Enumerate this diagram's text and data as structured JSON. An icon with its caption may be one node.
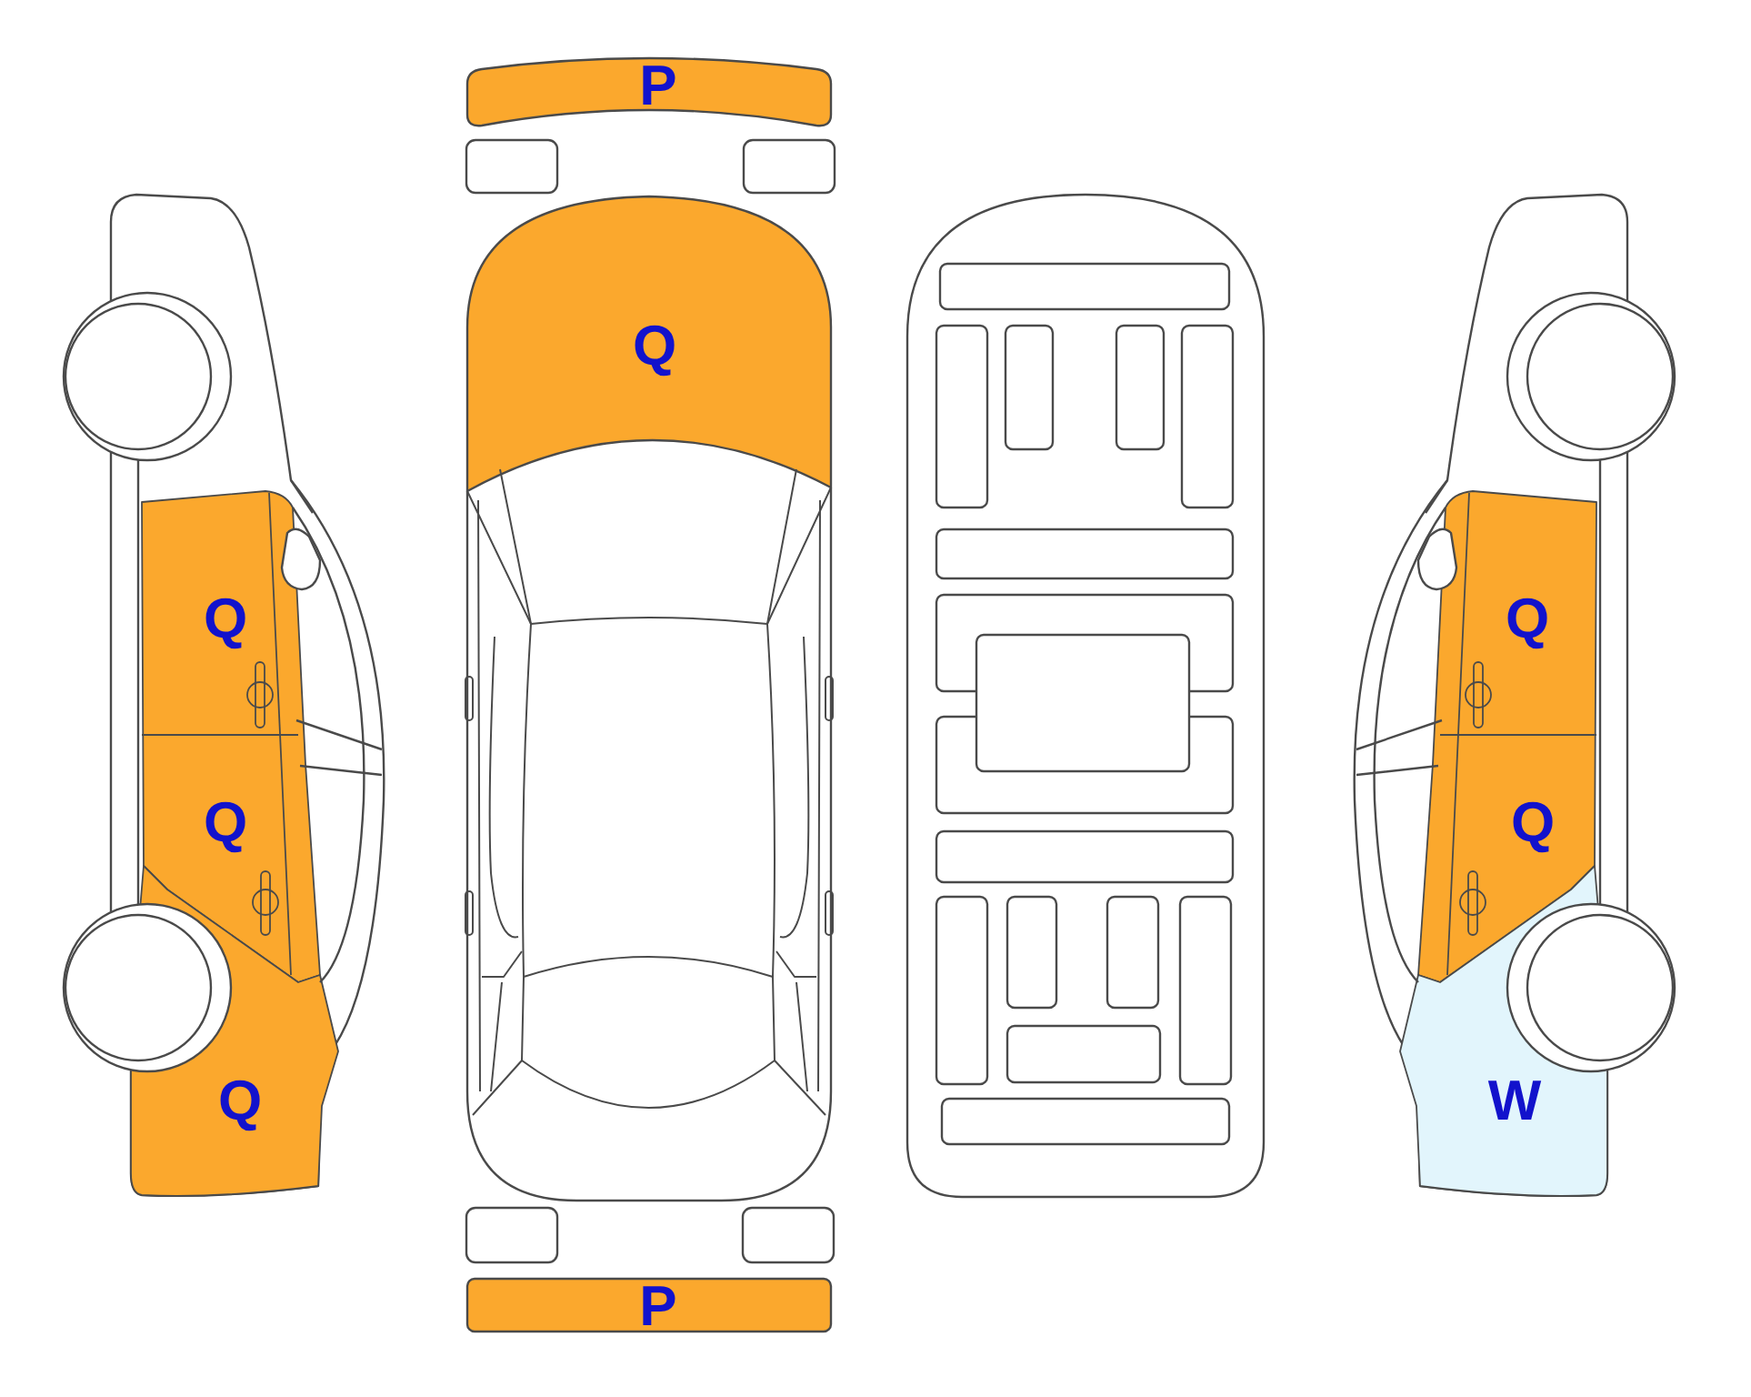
{
  "diagram": {
    "labels": [
      "P",
      "Q",
      "Q",
      "Q",
      "Q",
      "Q",
      "Q",
      "W",
      "P"
    ]
  }
}
